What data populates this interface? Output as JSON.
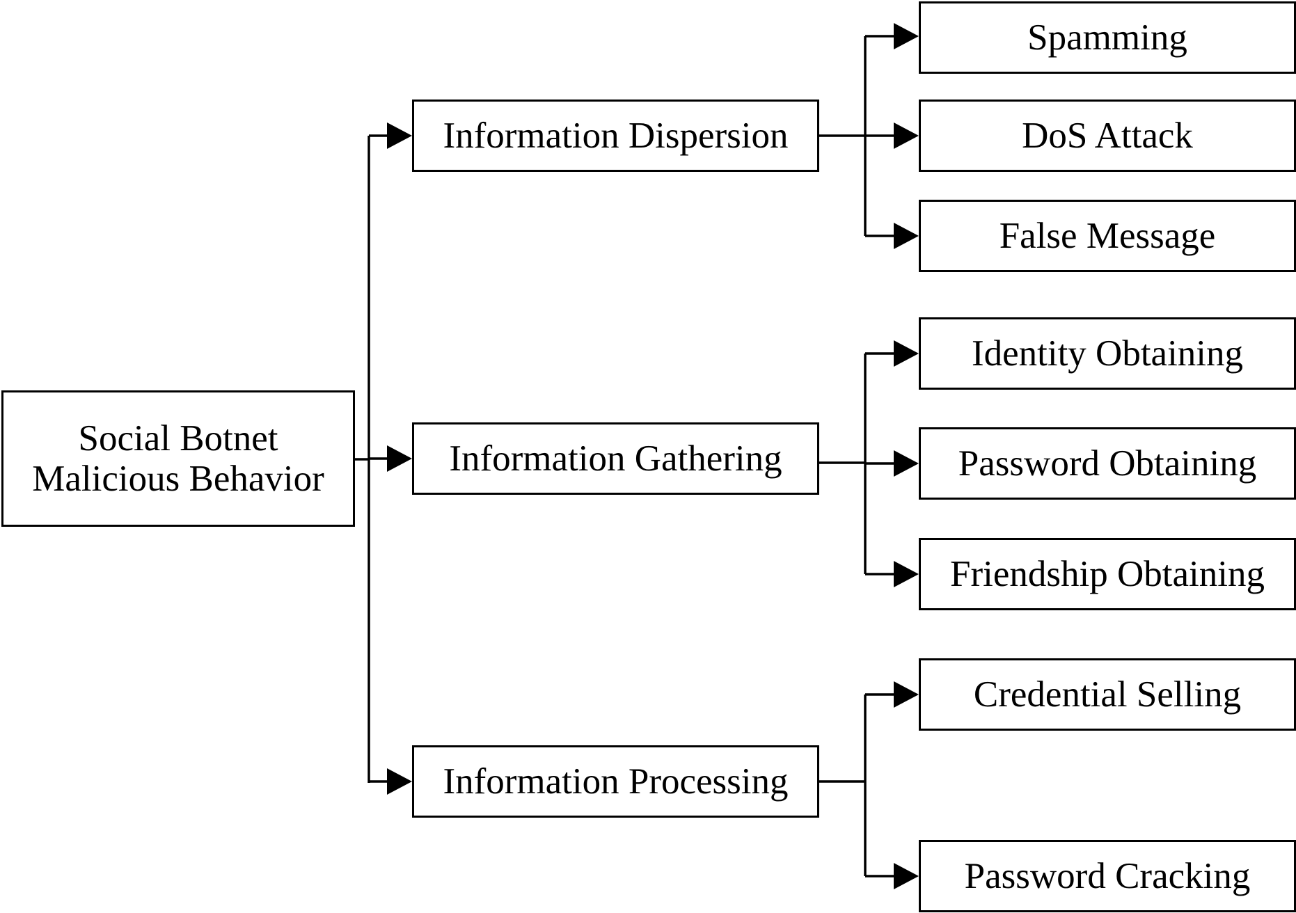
{
  "root": {
    "line1": "Social Botnet",
    "line2": "Malicious Behavior"
  },
  "categories": [
    {
      "label": "Information Dispersion",
      "children": [
        "Spamming",
        "DoS Attack",
        "False Message"
      ]
    },
    {
      "label": "Information Gathering",
      "children": [
        "Identity Obtaining",
        "Password Obtaining",
        "Friendship Obtaining"
      ]
    },
    {
      "label": "Information Processing",
      "children": [
        "Credential Selling",
        "Password Cracking"
      ]
    }
  ]
}
